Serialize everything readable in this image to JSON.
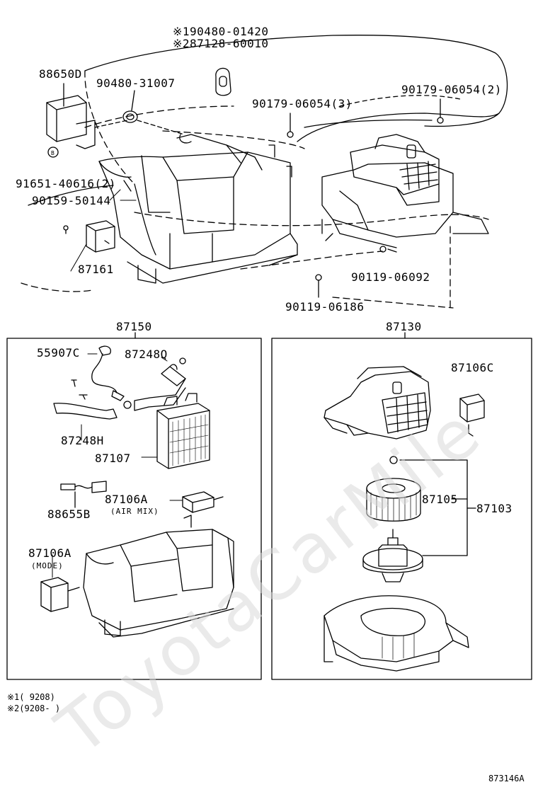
{
  "labels": {
    "top_note1": "※190480-01420",
    "top_note2": "※287128-60010",
    "p88650D": "88650D",
    "p90480_31007": "90480-31007",
    "p90179_3": "90179-06054(3)",
    "p90179_2": "90179-06054(2)",
    "p91651": "91651-40616(2)",
    "p90159": "90159-50144",
    "p87161": "87161",
    "p90119_06092": "90119-06092",
    "p90119_06186": "90119-06186",
    "p87150": "87150",
    "p87130": "87130",
    "p55907C": "55907C",
    "p87248Q": "87248Q",
    "p87248H": "87248H",
    "p87107": "87107",
    "p88655B": "88655B",
    "p87106A_air": "87106A",
    "air_mix": "(AIR MIX)",
    "p87106A_mode": "87106A",
    "mode": "(MODE)",
    "p87106C": "87106C",
    "p87105": "87105",
    "p87103": "87103",
    "foot1": "※1(    9208)",
    "foot2": "※2(9208-    )",
    "figure_id": "873146A"
  },
  "watermark": "ToyotaCarMile"
}
